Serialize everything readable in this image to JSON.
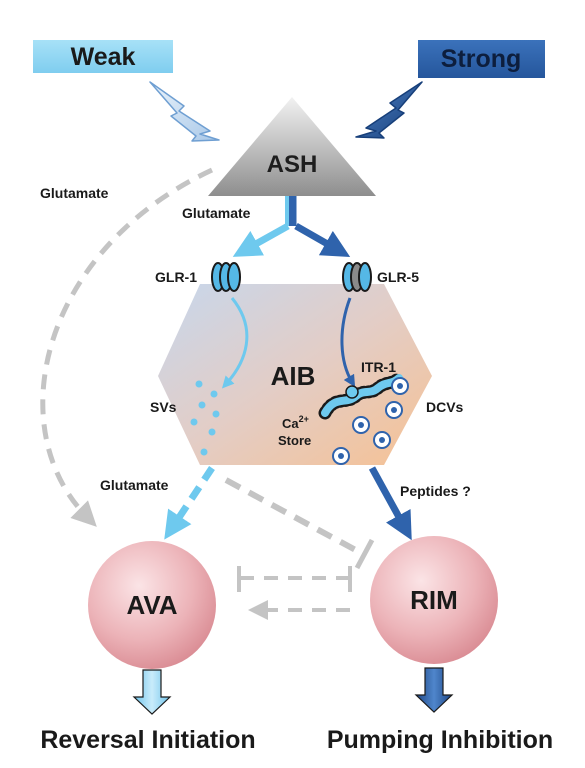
{
  "labels": {
    "weak": "Weak",
    "strong": "Strong",
    "ash": "ASH",
    "glutamate_left": "Glutamate",
    "glutamate_top": "Glutamate",
    "glutamate_bottom": "Glutamate",
    "glr1": "GLR-1",
    "glr5": "GLR-5",
    "aib": "AIB",
    "itr1": "ITR-1",
    "svs": "SVs",
    "dcvs": "DCVs",
    "ca": "Ca",
    "ca_sup": "2+",
    "store": "Store",
    "peptides": "Peptides ?",
    "ava": "AVA",
    "rim": "RIM",
    "reversal": "Reversal Initiation",
    "pumping": "Pumping Inhibition"
  },
  "colors": {
    "weak_blue": "#8fd6f3",
    "light_blue": "#6ec9ee",
    "strong_blue": "#2f63ac",
    "dark_navy": "#1f3a70",
    "gray_arrow": "#c4c4c4",
    "pink": "#e8a7ad",
    "ash_gray": "#9a9a9a"
  },
  "icons": {
    "weak_stimulus": "lightning-bolt-icon",
    "strong_stimulus": "lightning-bolt-icon",
    "receptor": "ion-channel-icon",
    "vesicle": "dense-core-vesicle-icon"
  }
}
